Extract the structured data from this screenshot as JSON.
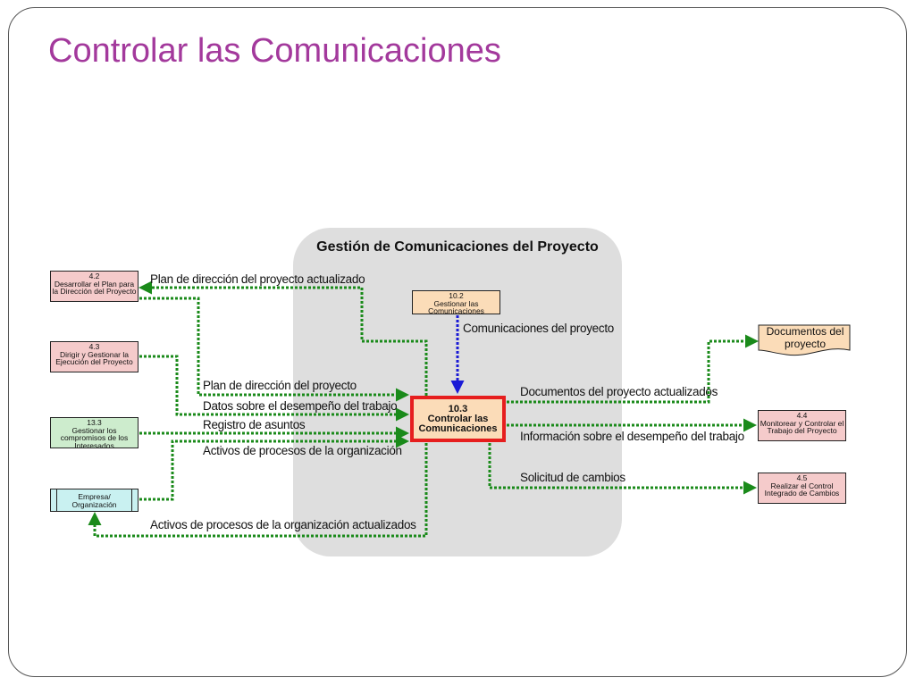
{
  "slide": {
    "title": "Controlar las Comunicaciones"
  },
  "group": {
    "title": "Gestión de Comunicaciones del Proyecto"
  },
  "processes": {
    "p42": {
      "num": "4.2",
      "text": "Desarrollar el Plan para la Dirección del Proyecto"
    },
    "p43": {
      "num": "4.3",
      "text": "Dirigir y Gestionar la Ejecución del Proyecto"
    },
    "p133": {
      "num": "13.3",
      "text": "Gestionar los compromisos de los Interesados"
    },
    "empresa": {
      "text": "Empresa/ Organización"
    },
    "p102": {
      "num": "10.2",
      "text": "Gestionar las Comunicaciones"
    },
    "p103": {
      "num": "10.3",
      "text1": "Controlar las",
      "text2": "Comunicaciones"
    },
    "p44": {
      "num": "4.4",
      "text": "Monitorear y Controlar el Trabajo del Proyecto"
    },
    "p45": {
      "num": "4.5",
      "text": "Realizar el Control Integrado de Cambios"
    },
    "docs": {
      "text": "Documentos del proyecto"
    }
  },
  "flows": {
    "plan_actualizado": "Plan de dirección del proyecto actualizado",
    "comunicaciones": "Comunicaciones del proyecto",
    "plan": "Plan de dirección del proyecto",
    "datos": "Datos sobre el desempeño del trabajo",
    "registro": "Registro de asuntos",
    "activos": "Activos de procesos de la organización",
    "activos_actualizados": "Activos de procesos de la organización actualizados",
    "docs_actualizados": "Documentos del proyecto actualizados",
    "info_desempeno": "Información  sobre el desempeño del trabajo",
    "solicitud": "Solicitud de cambios"
  },
  "colors": {
    "title": "#a3399c",
    "panel": "#dedede",
    "flow_green": "#1a8a1a",
    "flow_blue": "#1a1ad6",
    "main_border": "#e61e1e"
  }
}
